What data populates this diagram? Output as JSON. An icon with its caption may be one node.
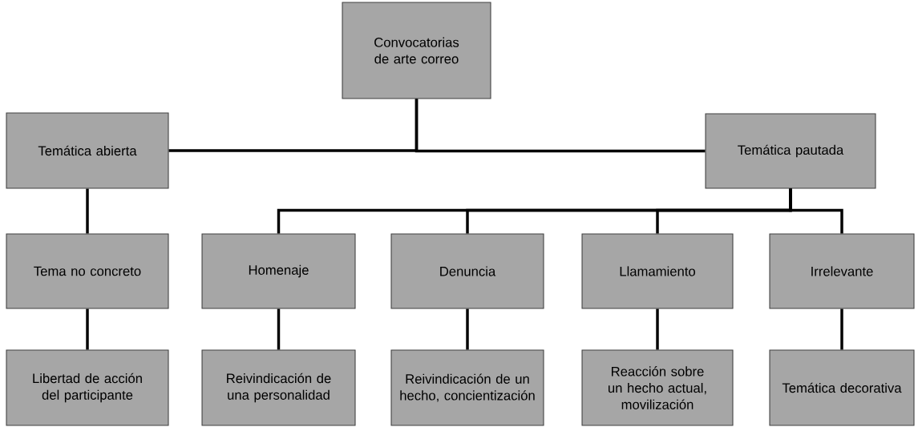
{
  "diagram": {
    "nodes": [
      {
        "text": [
          "Convocatorias de arte correo"
        ]
      },
      {
        "text": [
          "Temática abierta"
        ]
      },
      {
        "text": [
          "Temática pautada"
        ]
      },
      {
        "text": [
          "Tema no concreto"
        ]
      },
      {
        "text": [
          "Homenaje"
        ]
      },
      {
        "text": [
          "Denuncia"
        ]
      },
      {
        "text": [
          "Llamamiento"
        ]
      },
      {
        "text": [
          "Irrelevante"
        ]
      },
      {
        "text": [
          "Libertad de acción del participante"
        ]
      },
      {
        "text": [
          "Reivindicación de una personalidad"
        ]
      },
      {
        "text": [
          "Reivindicación de un hecho, concientización"
        ]
      },
      {
        "text": [
          "Reacción sobre un hecho actual, movilización"
        ]
      },
      {
        "text": [
          "Temática decorativa"
        ]
      }
    ],
    "edges": [
      {
        "from": 0,
        "to": 1,
        "arrow": "none"
      },
      {
        "from": 0,
        "to": 2,
        "arrow": "none"
      },
      {
        "from": 1,
        "to": 3,
        "arrow": "none"
      },
      {
        "from": 2,
        "to": 4,
        "arrow": "none"
      },
      {
        "from": 2,
        "to": 5,
        "arrow": "none"
      },
      {
        "from": 2,
        "to": 6,
        "arrow": "none"
      },
      {
        "from": 2,
        "to": 7,
        "arrow": "none"
      },
      {
        "from": 3,
        "to": 8,
        "arrow": "none"
      },
      {
        "from": 4,
        "to": 9,
        "arrow": "none"
      },
      {
        "from": 5,
        "to": 10,
        "arrow": "none"
      },
      {
        "from": 6,
        "to": 11,
        "arrow": "none"
      },
      {
        "from": 7,
        "to": 12,
        "arrow": "none"
      }
    ]
  }
}
